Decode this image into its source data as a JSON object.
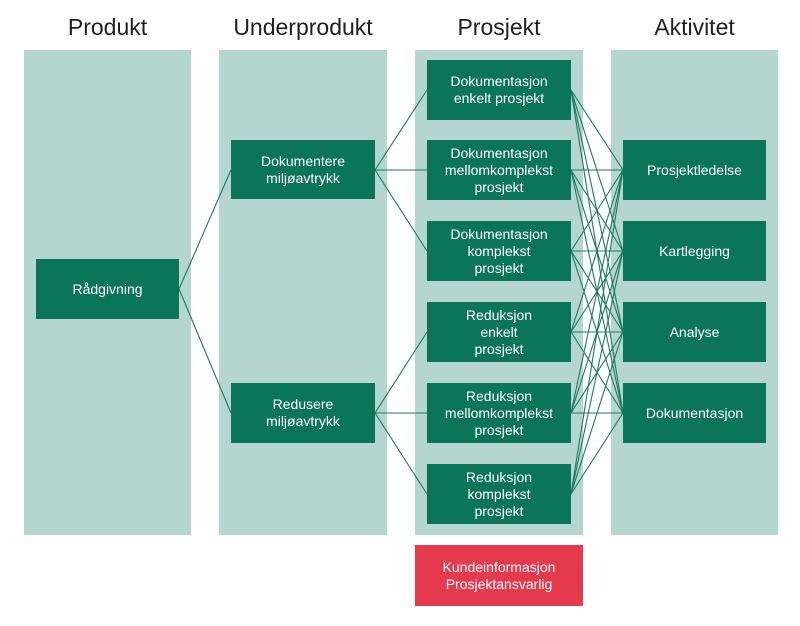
{
  "columns": [
    "Produkt",
    "Underprodukt",
    "Prosjekt",
    "Aktivitet"
  ],
  "nodes": {
    "produkt": {
      "label": "Rådgivning"
    },
    "underprodukt": [
      {
        "label": "Dokumentere\nmiljøavtrykk"
      },
      {
        "label": "Redusere\nmiljøavtrykk"
      }
    ],
    "prosjekt": [
      {
        "label": "Dokumentasjon\nenkelt prosjekt"
      },
      {
        "label": "Dokumentasjon\nmellomkomplekst\nprosjekt"
      },
      {
        "label": "Dokumentasjon\nkomplekst\nprosjekt"
      },
      {
        "label": "Reduksjon\nenkelt\nprosjekt"
      },
      {
        "label": "Reduksjon\nmellomkomplekst\nprosjekt"
      },
      {
        "label": "Reduksjon\nkomplekst\nprosjekt"
      }
    ],
    "aktivitet": [
      {
        "label": "Prosjektledelse"
      },
      {
        "label": "Kartlegging"
      },
      {
        "label": "Analyse"
      },
      {
        "label": "Dokumentasjon"
      }
    ],
    "info": {
      "label": "Kundeinformasjon\nProsjektansvarlig"
    }
  },
  "colors": {
    "column_bg": "#b4d6cf",
    "node": "#0a7557",
    "info": "#e5394e",
    "link": "#1d7a5d"
  }
}
